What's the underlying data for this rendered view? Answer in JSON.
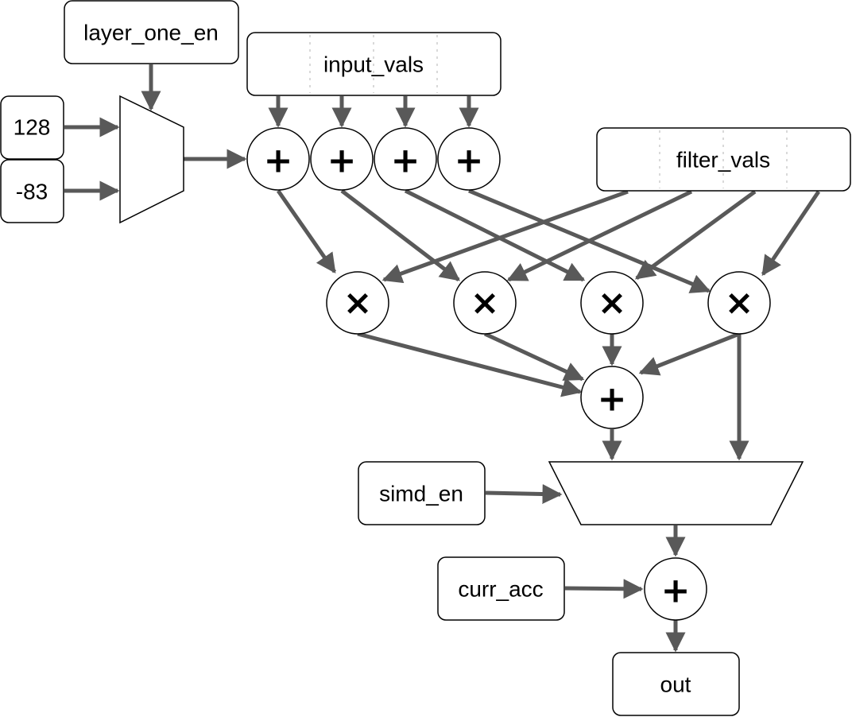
{
  "labels": {
    "layer_one_en": "layer_one_en",
    "input_vals": "input_vals",
    "const_128": "128",
    "const_neg83": "-83",
    "filter_vals": "filter_vals",
    "simd_en": "simd_en",
    "curr_acc": "curr_acc",
    "out": "out"
  },
  "operators": {
    "add": "+",
    "multiply": "×"
  },
  "colors": {
    "wire": "#595959",
    "stroke": "#000000",
    "fill": "#ffffff",
    "separator": "#d9d9d9"
  }
}
